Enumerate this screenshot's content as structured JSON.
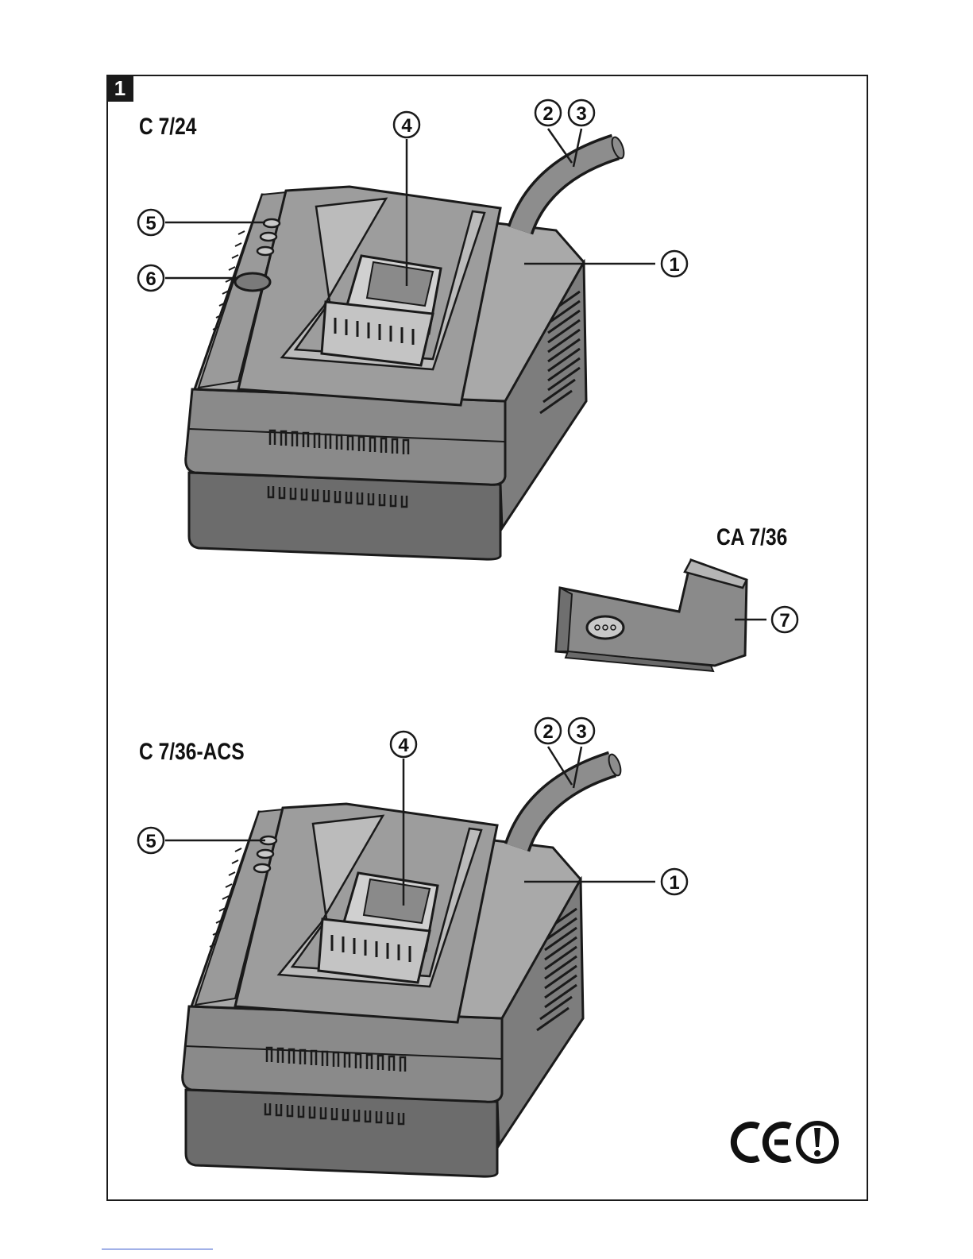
{
  "figure": {
    "number": "1"
  },
  "models": {
    "top": {
      "label": "C 7/24"
    },
    "adapter": {
      "label": "CA 7/36"
    },
    "bottom": {
      "label": "C 7/36-ACS"
    }
  },
  "callouts": {
    "top": {
      "c1": "1",
      "c2": "2",
      "c3": "3",
      "c4": "4",
      "c5": "5",
      "c6": "6"
    },
    "adapter": {
      "c7": "7"
    },
    "bottom": {
      "c1": "1",
      "c2": "2",
      "c3": "3",
      "c4": "4",
      "c5": "5"
    }
  },
  "marks": {
    "ce": "CE",
    "alert": "!"
  },
  "colors": {
    "body": "#8f8f8f",
    "top_face": "#a9a9a9",
    "dark": "#5f5f5f",
    "outline": "#1a1a1a"
  }
}
